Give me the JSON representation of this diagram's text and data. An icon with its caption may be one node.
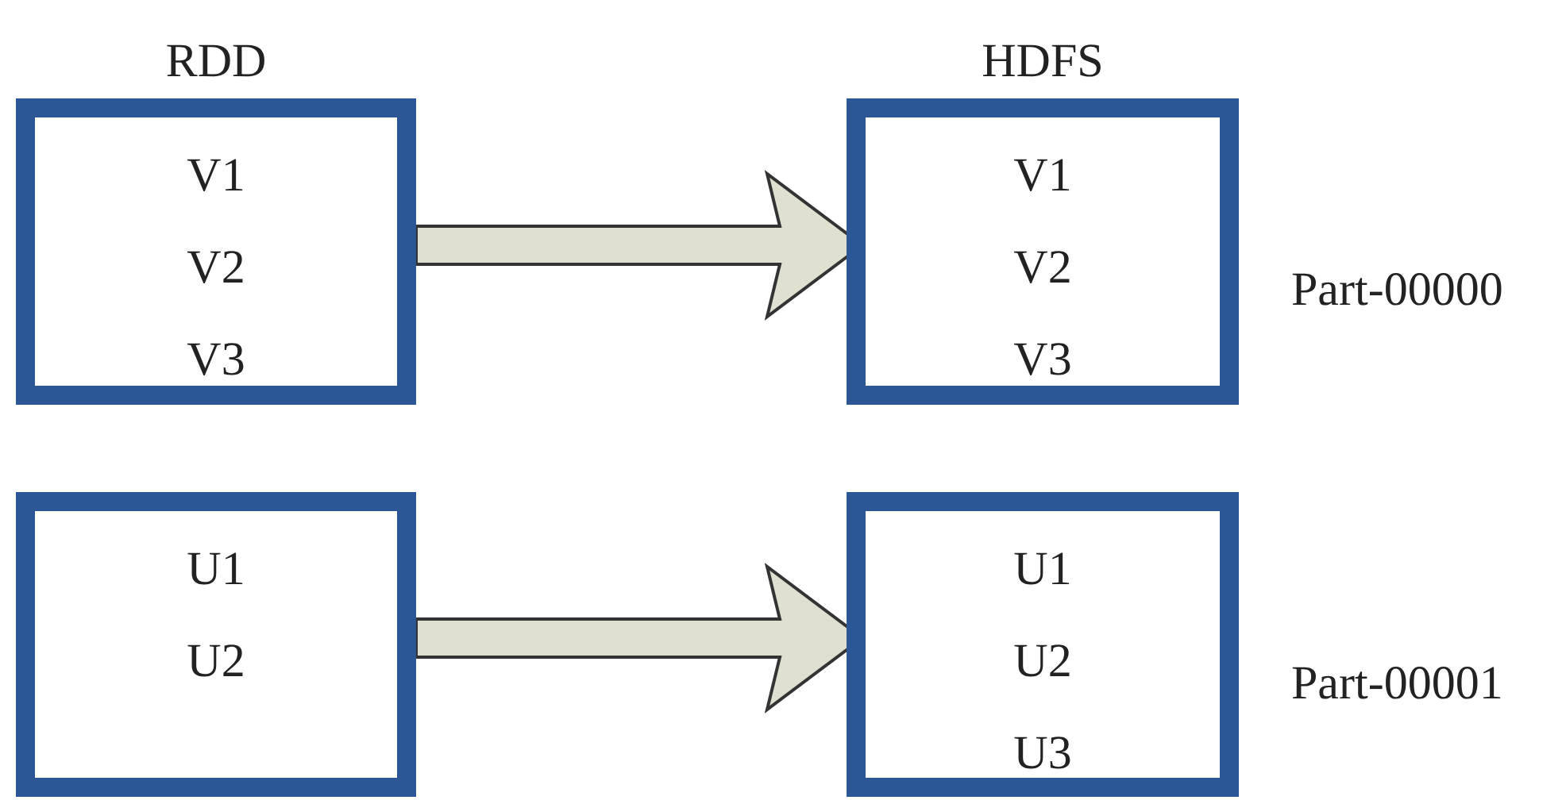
{
  "diagram": {
    "nodes": [
      {
        "text": [
          "RDD",
          "V1",
          "V2",
          "V3"
        ]
      },
      {
        "text": [
          "HDFS",
          "V1",
          "V2",
          "V3"
        ],
        "beside": [
          "Part-00000"
        ]
      },
      {
        "text": [
          "U1",
          "U2"
        ]
      },
      {
        "text": [
          "U1",
          "U2",
          "U3"
        ],
        "beside": [
          "Part-00001"
        ]
      }
    ],
    "edges": [
      {
        "from": 0,
        "to": 1,
        "arrow": "to",
        "style": "thick"
      },
      {
        "from": 2,
        "to": 3,
        "arrow": "to",
        "style": "thick"
      }
    ]
  }
}
